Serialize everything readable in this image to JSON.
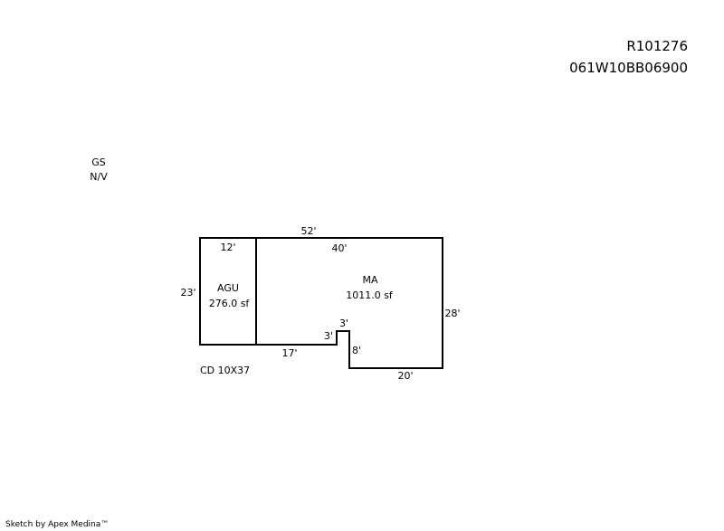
{
  "header": {
    "account": "R101276",
    "map_lot": "061W10BB06900"
  },
  "notes": {
    "gs": "GS",
    "nv": "N/V",
    "cd": "CD 10X37"
  },
  "areas": {
    "agu": {
      "name": "AGU",
      "area": "276.0 sf"
    },
    "ma": {
      "name": "MA",
      "area": "1011.0 sf"
    }
  },
  "dimensions": {
    "top": "52'",
    "agu_top": "12'",
    "ma_top": "40'",
    "left": "23'",
    "right": "28'",
    "bottom_left": "17'",
    "notch_left": "3'",
    "notch_top": "3'",
    "notch_drop": "8'",
    "bottom_right": "20'"
  },
  "footer": {
    "credit": "Sketch by Apex Medina™"
  }
}
